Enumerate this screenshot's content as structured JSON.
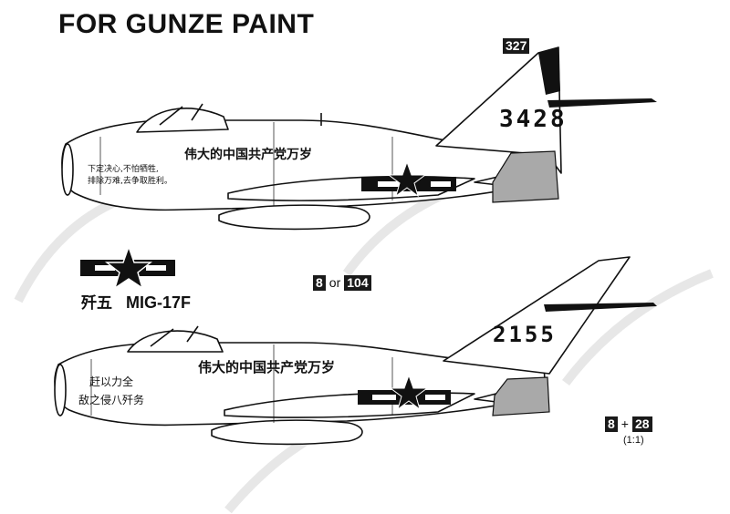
{
  "title": "FOR GUNZE PAINT",
  "ref_top": "327",
  "aircraft_top": {
    "serial": "3428",
    "slogan_fuselage": "伟大的中国共产党万岁",
    "slogan_nose_line1": "下定决心,不怕牺牲,",
    "slogan_nose_line2": "排除万难,去争取胜利。"
  },
  "insignia_label": {
    "chinese": "歼五",
    "designation": "MIG-17F"
  },
  "ref_middle": {
    "first": "8",
    "connector": "or",
    "second": "104"
  },
  "aircraft_bottom": {
    "serial": "2155",
    "slogan_fuselage": "伟大的中国共产党万岁",
    "slogan_nose_line1": "赶以力全",
    "slogan_nose_line2": "敌之侵八歼务"
  },
  "ref_bottom": {
    "first": "8",
    "connector": "+",
    "second": "28",
    "scale": "(1:1)"
  },
  "colors": {
    "ink": "#111111",
    "gray_panel": "#a9a9a9",
    "chip_bg": "#1a1a1a",
    "watermark": "#e2e2e2"
  }
}
